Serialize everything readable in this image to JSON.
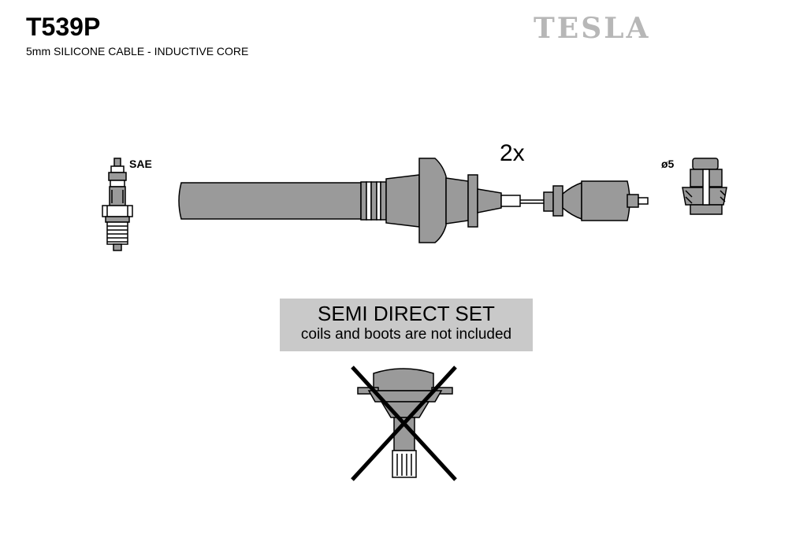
{
  "header": {
    "part_number": "T539P",
    "description": "5mm SILICONE CABLE - INDUCTIVE CORE",
    "brand": "TESLA"
  },
  "labels": {
    "plug_standard": "SAE",
    "quantity": "2x",
    "terminal_diameter": "ø5"
  },
  "notice": {
    "title": "SEMI DIRECT SET",
    "subtitle": "coils and boots are not included"
  },
  "colors": {
    "brand_text": "#b7b7b7",
    "part_fill": "#9a9a9a",
    "notice_background": "#c9c9c9"
  },
  "icons": [
    "spark-plug-icon",
    "ignition-cable-icon",
    "terminal-connector-icon",
    "ignition-coil-icon",
    "crossed-out-mark-icon"
  ]
}
